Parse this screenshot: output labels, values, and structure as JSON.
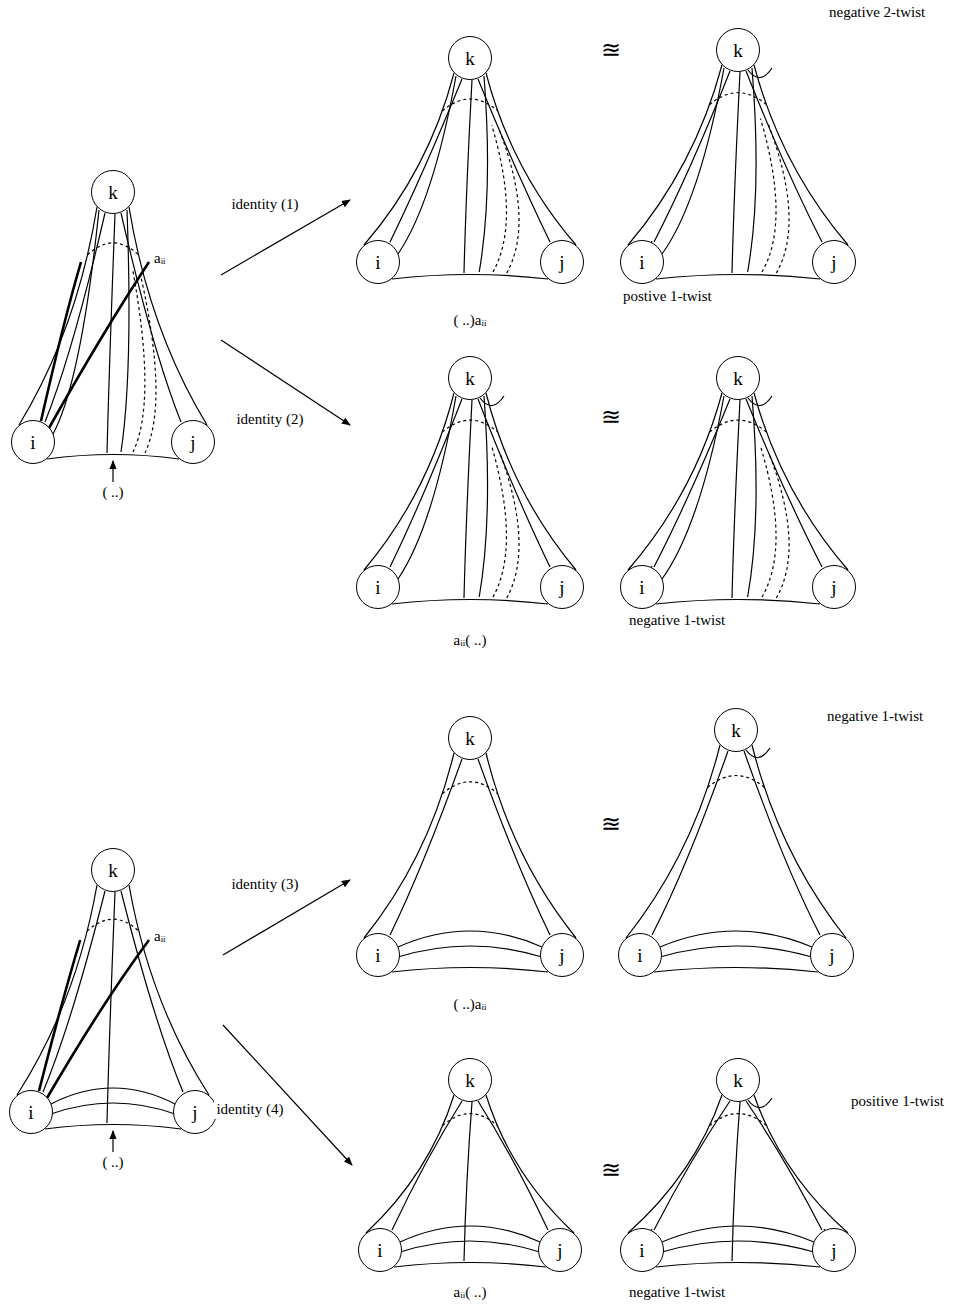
{
  "diagram": {
    "nodes": [
      {
        "text": [
          "aᵢᵢ",
          "( ..)"
        ]
      },
      {
        "text": [
          "k"
        ],
        "in": 0
      },
      {
        "text": [
          "i"
        ],
        "in": 0
      },
      {
        "text": [
          "j"
        ],
        "in": 0
      },
      {
        "text": [
          "( ..)aᵢᵢ"
        ]
      },
      {
        "text": [
          "k"
        ],
        "in": 4
      },
      {
        "text": [
          "i"
        ],
        "in": 4
      },
      {
        "text": [
          "j"
        ],
        "in": 4
      },
      {
        "text": [
          "negative 2-twist",
          "postive 1-twist"
        ]
      },
      {
        "text": [
          "k"
        ],
        "in": 8
      },
      {
        "text": [
          "i"
        ],
        "in": 8
      },
      {
        "text": [
          "j"
        ],
        "in": 8
      },
      {
        "text": [
          "aᵢᵢ( ..)"
        ]
      },
      {
        "text": [
          "k"
        ],
        "in": 12
      },
      {
        "text": [
          "i"
        ],
        "in": 12
      },
      {
        "text": [
          "j"
        ],
        "in": 12
      },
      {
        "text": [
          "negative 1-twist"
        ]
      },
      {
        "text": [
          "k"
        ],
        "in": 16
      },
      {
        "text": [
          "i"
        ],
        "in": 16
      },
      {
        "text": [
          "j"
        ],
        "in": 16
      },
      {
        "text": [
          "aᵢᵢ",
          "( ..)"
        ]
      },
      {
        "text": [
          "k"
        ],
        "in": 20
      },
      {
        "text": [
          "i"
        ],
        "in": 20
      },
      {
        "text": [
          "j"
        ],
        "in": 20
      },
      {
        "text": [
          "( ..)aᵢᵢ"
        ]
      },
      {
        "text": [
          "k"
        ],
        "in": 24
      },
      {
        "text": [
          "i"
        ],
        "in": 24
      },
      {
        "text": [
          "j"
        ],
        "in": 24
      },
      {
        "text": [
          "negative 1-twist"
        ]
      },
      {
        "text": [
          "k"
        ],
        "in": 28
      },
      {
        "text": [
          "i"
        ],
        "in": 28
      },
      {
        "text": [
          "j"
        ],
        "in": 28
      },
      {
        "text": [
          "aᵢᵢ( ..)"
        ]
      },
      {
        "text": [
          "k"
        ],
        "in": 32
      },
      {
        "text": [
          "i"
        ],
        "in": 32
      },
      {
        "text": [
          "j"
        ],
        "in": 32
      },
      {
        "text": [
          "positive 1-twist",
          "negative 1-twist"
        ]
      },
      {
        "text": [
          "k"
        ],
        "in": 36
      },
      {
        "text": [
          "i"
        ],
        "in": 36
      },
      {
        "text": [
          "j"
        ],
        "in": 36
      }
    ],
    "edges": [
      {
        "from": 0,
        "to": 4,
        "arrow": "to",
        "label": "identity (1)"
      },
      {
        "from": 0,
        "to": 12,
        "arrow": "to",
        "label": "identity (2)"
      },
      {
        "from": 20,
        "to": 24,
        "arrow": "to",
        "label": "identity (3)"
      },
      {
        "from": 20,
        "to": 32,
        "arrow": "to",
        "label": "identity (4)"
      }
    ],
    "labels": [
      "≊",
      "≊",
      "≊",
      "≊"
    ]
  }
}
